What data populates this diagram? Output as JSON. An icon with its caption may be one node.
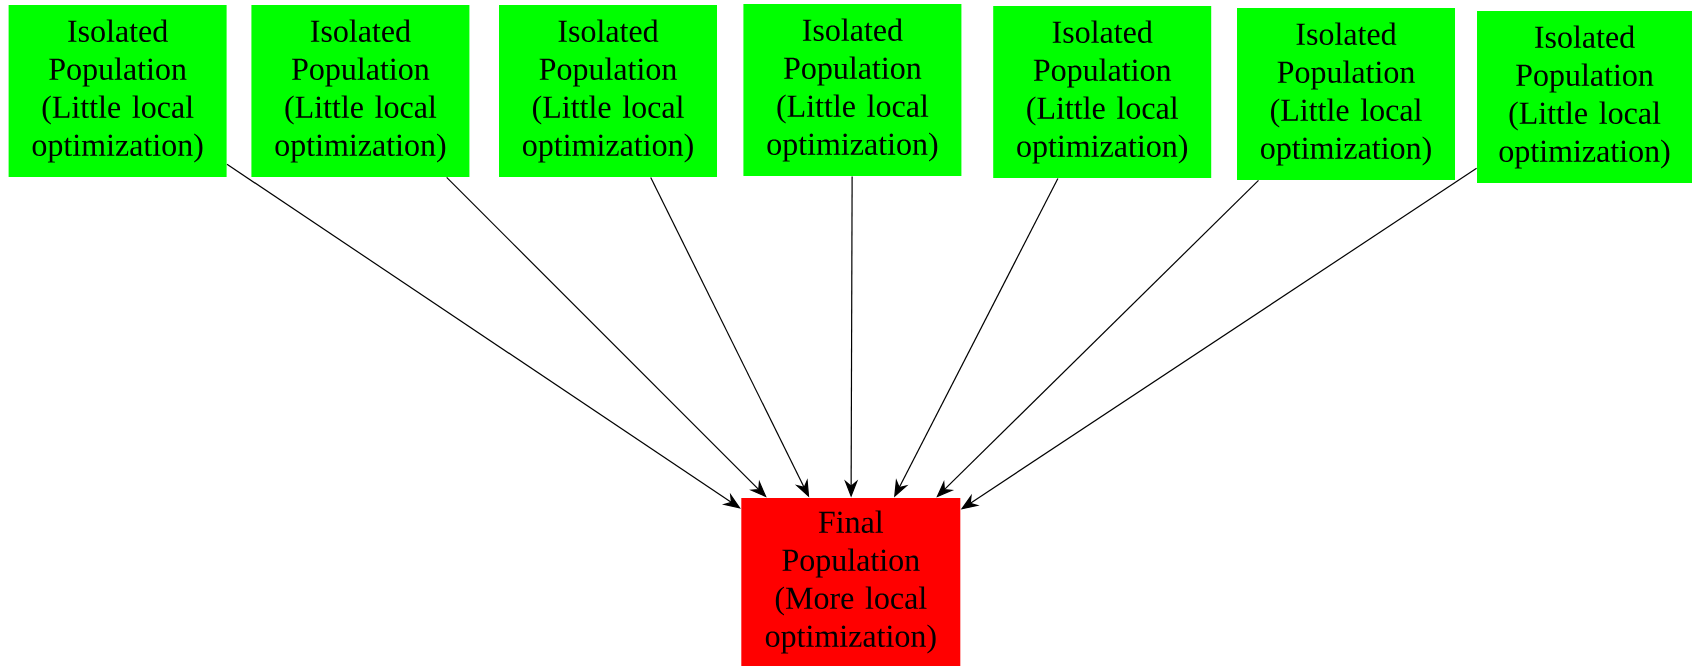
{
  "diagram": {
    "nodes": [
      {
        "text": [
          "Isolated Population (Little local optimization)"
        ]
      },
      {
        "text": [
          "Isolated Population (Little local optimization)"
        ]
      },
      {
        "text": [
          "Isolated Population (Little local optimization)"
        ]
      },
      {
        "text": [
          "Isolated Population (Little local optimization)"
        ]
      },
      {
        "text": [
          "Isolated Population (Little local optimization)"
        ]
      },
      {
        "text": [
          "Isolated Population (Little local optimization)"
        ]
      },
      {
        "text": [
          "Isolated Population (Little local optimization)"
        ]
      },
      {
        "text": [
          "Final Population (More local optimization)"
        ]
      }
    ],
    "edges": [
      {
        "from": 0,
        "to": 7,
        "arrow": "to"
      },
      {
        "from": 1,
        "to": 7,
        "arrow": "to"
      },
      {
        "from": 2,
        "to": 7,
        "arrow": "to"
      },
      {
        "from": 3,
        "to": 7,
        "arrow": "to"
      },
      {
        "from": 4,
        "to": 7,
        "arrow": "to"
      },
      {
        "from": 5,
        "to": 7,
        "arrow": "to"
      },
      {
        "from": 6,
        "to": 7,
        "arrow": "to"
      }
    ]
  }
}
